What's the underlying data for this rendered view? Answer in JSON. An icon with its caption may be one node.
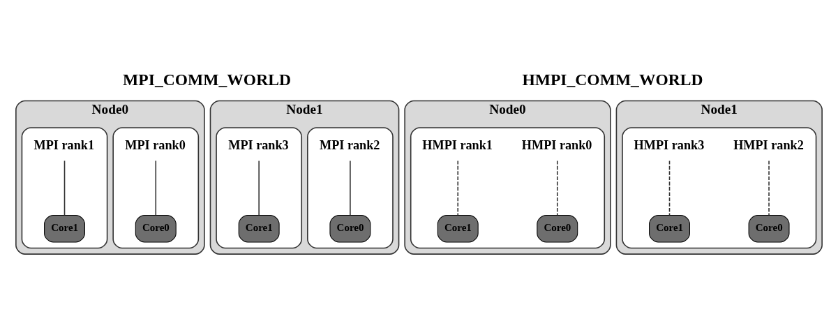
{
  "diagram": {
    "nodes": [
      {
        "text": [
          "Node0"
        ]
      },
      {
        "text": [],
        "shape": "box",
        "in": 0
      },
      {
        "text": [
          "MPI rank0"
        ],
        "in": 1
      },
      {
        "text": [
          "Core0"
        ],
        "in": 1
      },
      {
        "text": [],
        "shape": "box",
        "in": 0
      },
      {
        "text": [
          "MPI rank1"
        ],
        "in": 4
      },
      {
        "text": [
          "Core1"
        ],
        "in": 4
      },
      {
        "text": [
          "Node1"
        ]
      },
      {
        "text": [],
        "shape": "box",
        "in": 7
      },
      {
        "text": [
          "MPI rank2"
        ],
        "in": 8
      },
      {
        "text": [
          "Core0"
        ],
        "in": 8
      },
      {
        "text": [],
        "shape": "box",
        "in": 7
      },
      {
        "text": [
          "MPI rank3"
        ],
        "in": 11
      },
      {
        "text": [
          "Core1"
        ],
        "in": 11
      },
      {
        "text": [
          "Node0"
        ]
      },
      {
        "text": [],
        "shape": "box",
        "in": 14
      },
      {
        "text": [
          "HMPI rank0"
        ],
        "in": 15
      },
      {
        "text": [
          "HMPI rank1"
        ],
        "in": 15
      },
      {
        "text": [
          "Core0"
        ],
        "in": 15
      },
      {
        "text": [
          "Core1"
        ],
        "in": 15
      },
      {
        "text": [
          "Node1"
        ]
      },
      {
        "text": [],
        "shape": "box",
        "in": 20
      },
      {
        "text": [
          "HMPI rank2"
        ],
        "in": 21
      },
      {
        "text": [
          "HMPI rank3"
        ],
        "in": 21
      },
      {
        "text": [
          "Core0"
        ],
        "in": 21
      },
      {
        "text": [
          "Core1"
        ],
        "in": 21
      }
    ],
    "edges": [
      {
        "from": 2,
        "to": 3,
        "arrow": "none"
      },
      {
        "from": 5,
        "to": 6,
        "arrow": "none"
      },
      {
        "from": 9,
        "to": 10,
        "arrow": "none"
      },
      {
        "from": 12,
        "to": 13,
        "arrow": "none"
      },
      {
        "from": 16,
        "to": 18,
        "arrow": "none",
        "style": "dashed"
      },
      {
        "from": 17,
        "to": 19,
        "arrow": "none",
        "style": "dashed"
      },
      {
        "from": 22,
        "to": 24,
        "arrow": "none",
        "style": "dashed"
      },
      {
        "from": 23,
        "to": 25,
        "arrow": "none",
        "style": "dashed"
      }
    ],
    "labels": [
      "MPI_COMM_WORLD",
      "HMPI_COMM_WORLD"
    ]
  }
}
